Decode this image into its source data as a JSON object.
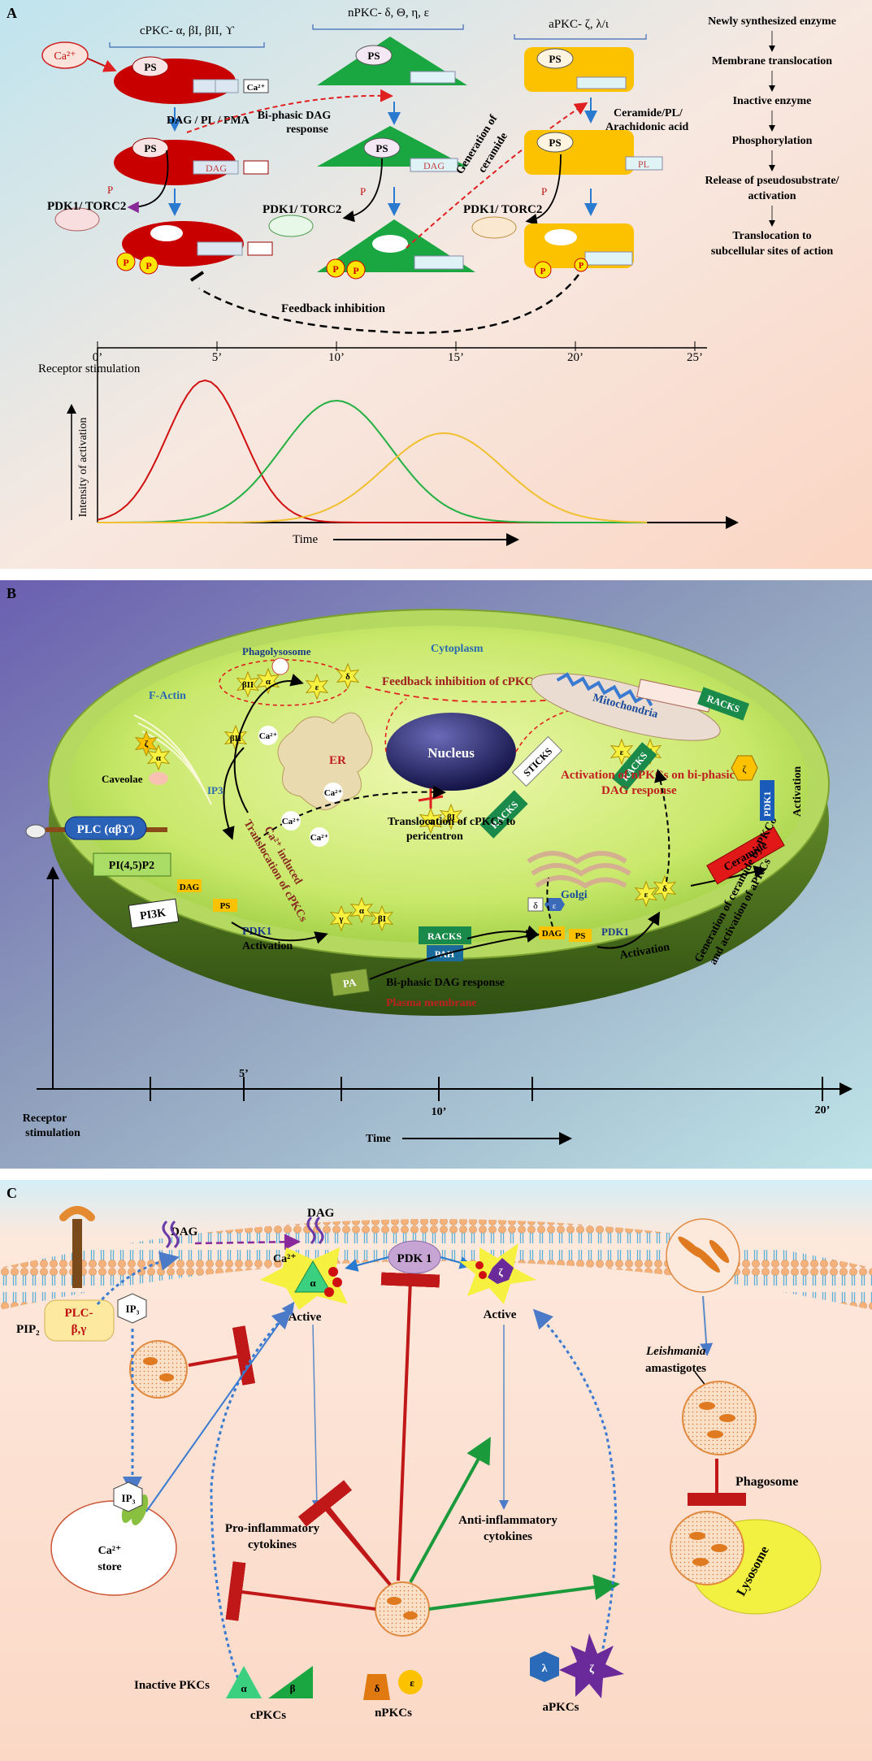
{
  "panelA": {
    "label": "A",
    "groups": [
      {
        "title": "cPKC- α, βI, βII, ϒ",
        "color": "#c80000"
      },
      {
        "title": "nPKC- δ, Θ, η, ε",
        "color": "#1aa640"
      },
      {
        "title": "aPKC- ζ, λ/ι",
        "color": "#f5b800"
      }
    ],
    "ca": "Ca²⁺",
    "ps": "PS",
    "ca_site": "Ca²⁺",
    "dag": "DAG",
    "pl": "PL",
    "p": "P",
    "pdk": "PDK1/ TORC2",
    "dag_pl_pma": "DAG / PL / PMA",
    "biphasic": [
      "Bi-phasic DAG",
      "response"
    ],
    "generation": [
      "Generation of",
      "ceramide"
    ],
    "ceramide": [
      "Ceramide/PL/",
      "Arachidonic acid"
    ],
    "feedback": "Feedback inhibition",
    "steps": [
      "Newly synthesized enzyme",
      "Membrane translocation",
      "Inactive enzyme",
      "Phosphorylation",
      "Release of pseudosubstrate/",
      "activation",
      "Translocation to",
      "subcellular sites of action"
    ],
    "ticks": [
      "0’",
      "5’",
      "10’",
      "15’",
      "20’",
      "25’"
    ],
    "receptor": "Receptor stimulation",
    "ylabel": "Intensity of activation",
    "xlabel": "Time",
    "chart_data": {
      "type": "line",
      "x_range": [
        0,
        25
      ],
      "series": [
        {
          "color": "#d01010",
          "peak_x": 4.5
        },
        {
          "color": "#22b040",
          "peak_x": 10
        },
        {
          "color": "#f0c030",
          "peak_x": 14.5
        }
      ]
    }
  },
  "panelB": {
    "label": "B",
    "cytoplasm": "Cytoplasm",
    "phagolysosome": "Phagolysosome",
    "feedback": "Feedback inhibition of cPKC by aPKC",
    "factin": "F-Actin",
    "caveolae": "Caveolae",
    "ip3": "IP3",
    "plc": "PLC (αβϒ)",
    "pip2": "PI(4,5)P2",
    "pi3k": "PI3K",
    "er": "ER",
    "nucleus": "Nucleus",
    "mitochondria": "Mitochondria",
    "racks": "RACKS",
    "sticks": "STICKS",
    "ca": "Ca²⁺",
    "ca_induced": [
      "Ca²⁺ induced",
      "Translocation of cPKCs"
    ],
    "translocation": [
      "Translocation of cPKCs to",
      "pericentron"
    ],
    "activation_n": [
      "Activation of nPKCs on bi-phasic",
      "DAG response"
    ],
    "golgi": "Golgi",
    "dag": "DAG",
    "ps": "PS",
    "pdk1": "PDK1",
    "activation": "Activation",
    "pa": "PA",
    "pah": "PAH",
    "biphasic": "Bi-phasic DAG response",
    "plasma": "Plasma membrane",
    "ceramide": "Ceramide",
    "generation": [
      "Generation of ceramide by PKCδ",
      "and activation of aPKCs"
    ],
    "greek": {
      "a": "α",
      "b1": "βI",
      "b2": "βII",
      "g": "γ",
      "d": "δ",
      "e": "ε",
      "z": "ζ"
    },
    "ticks": [
      "5’",
      "10’",
      "20’"
    ],
    "receptor": [
      "Receptor",
      "stimulation"
    ],
    "time": "Time"
  },
  "panelC": {
    "label": "C",
    "dag": "DAG",
    "ca": "Ca²⁺",
    "pip2": "PIP₂",
    "plc": [
      "PLC-",
      "β,γ"
    ],
    "ip3": "IP₃",
    "alpha": "α",
    "active": "Active",
    "pdk1": "PDK 1",
    "zeta": "ζ",
    "pro": [
      "Pro-inflammatory",
      "cytokines"
    ],
    "anti": [
      "Anti-inflammatory",
      "cytokines"
    ],
    "ca_store": [
      "Ca²⁺",
      "store"
    ],
    "leishmania": "Leishmania",
    "amastigotes": "amastigotes",
    "phagosome": "Phagosome",
    "lysosome": "Lysosome",
    "inactive": "Inactive PKCs",
    "cpkcs": "cPKCs",
    "npkcs": "nPKCs",
    "apkcs": "aPKCs",
    "beta": "β",
    "delta": "δ",
    "epsilon": "ε",
    "lambda": "λ"
  }
}
